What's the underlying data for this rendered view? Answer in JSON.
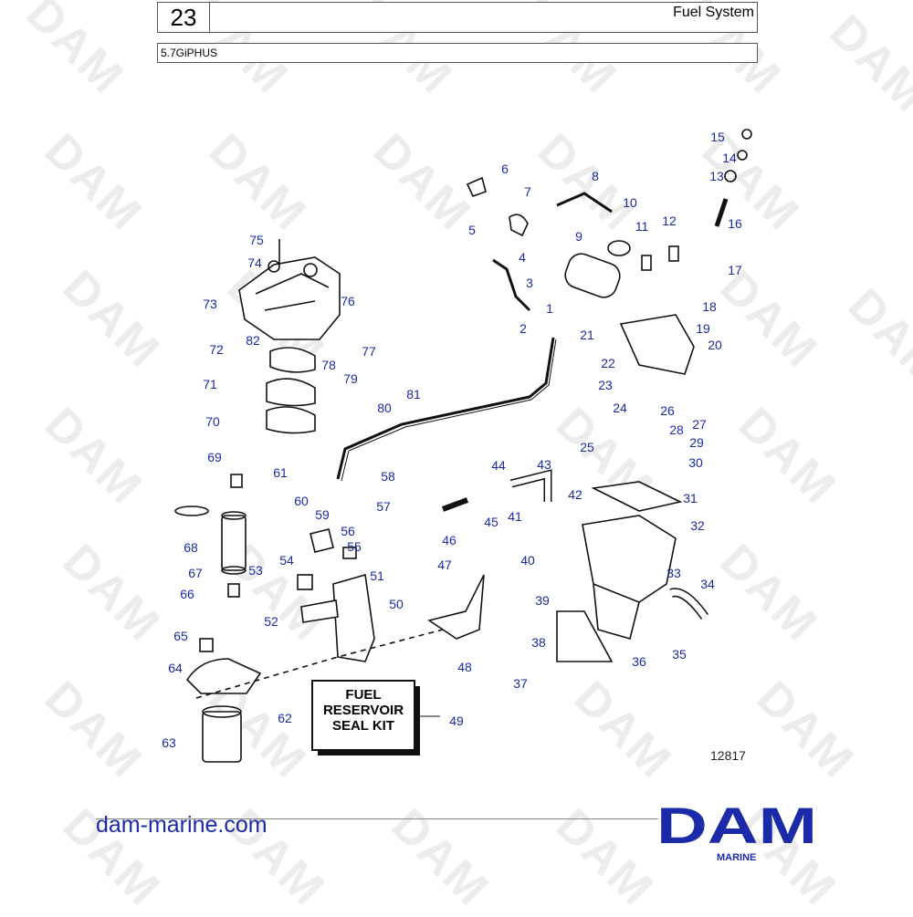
{
  "header": {
    "page_number": "23",
    "section_title": "Fuel System",
    "model": "5.7GiPHUS"
  },
  "figure_id": "12817",
  "kit_label": {
    "line1": "FUEL",
    "line2": "RESERVOIR",
    "line3": "SEAL KIT"
  },
  "watermark": "DAM",
  "footer": {
    "website": "dam-marine.com",
    "logo_text": "DAM",
    "logo_sub": "MARINE",
    "brand_color": "#1a2aa8"
  },
  "callouts": [
    "1",
    "2",
    "3",
    "4",
    "5",
    "6",
    "7",
    "8",
    "9",
    "10",
    "11",
    "12",
    "13",
    "14",
    "15",
    "16",
    "17",
    "18",
    "19",
    "20",
    "21",
    "22",
    "23",
    "24",
    "25",
    "26",
    "27",
    "28",
    "29",
    "30",
    "31",
    "32",
    "33",
    "34",
    "35",
    "36",
    "37",
    "38",
    "39",
    "40",
    "41",
    "42",
    "43",
    "44",
    "45",
    "46",
    "47",
    "48",
    "49",
    "50",
    "51",
    "52",
    "53",
    "54",
    "55",
    "56",
    "57",
    "58",
    "59",
    "60",
    "61",
    "62",
    "63",
    "64",
    "65",
    "66",
    "67",
    "68",
    "69",
    "70",
    "71",
    "72",
    "73",
    "74",
    "75",
    "76",
    "77",
    "78",
    "79",
    "81",
    "80",
    "82"
  ]
}
